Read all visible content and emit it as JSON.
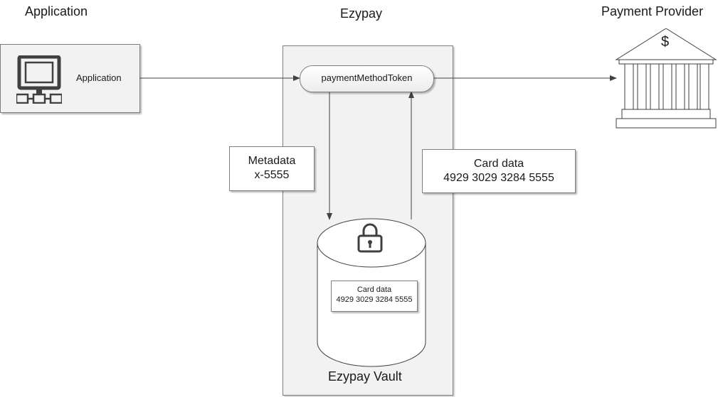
{
  "headings": {
    "application": "Application",
    "ezypay": "Ezypay",
    "payment_provider": "Payment Provider"
  },
  "application_box": {
    "label": "Application",
    "icon": "computer-network-icon"
  },
  "token_pill": {
    "label": "paymentMethodToken"
  },
  "metadata_note": {
    "line1": "Metadata",
    "line2": "x-5555"
  },
  "card_data_note": {
    "line1": "Card data",
    "line2": "4929 3029 3284 5555"
  },
  "vault": {
    "label": "Ezypay Vault",
    "icon": "padlock-icon",
    "card_line1": "Card data",
    "card_line2": "4929 3029 3284 5555"
  },
  "bank": {
    "symbol": "$",
    "icon": "bank-building-icon"
  }
}
